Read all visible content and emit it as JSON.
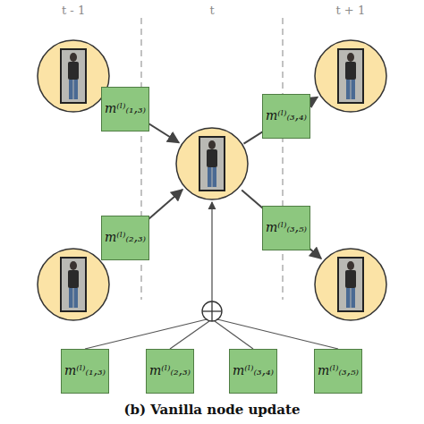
{
  "diagram": {
    "caption": "(b) Vanilla node update",
    "nodes": [
      {
        "text": [
          "m⁽ˡ⁾₍₁,₃₎"
        ]
      },
      {
        "text": [
          "m⁽ˡ⁾₍₃,₄₎"
        ]
      },
      {
        "text": [
          "m⁽ˡ⁾₍₂,₃₎"
        ]
      },
      {
        "text": [
          "m⁽ˡ⁾₍₃,₅₎"
        ]
      },
      {
        "text": [
          "m⁽ˡ⁾₍₁,₃₎"
        ]
      },
      {
        "text": [
          "m⁽ˡ⁾₍₂,₃₎"
        ]
      },
      {
        "text": [
          "m⁽ˡ⁾₍₃,₄₎"
        ]
      },
      {
        "text": [
          "m⁽ˡ⁾₍₃,₅₎"
        ]
      }
    ],
    "labels": [
      "t - 1",
      "t",
      "t + 1"
    ]
  }
}
